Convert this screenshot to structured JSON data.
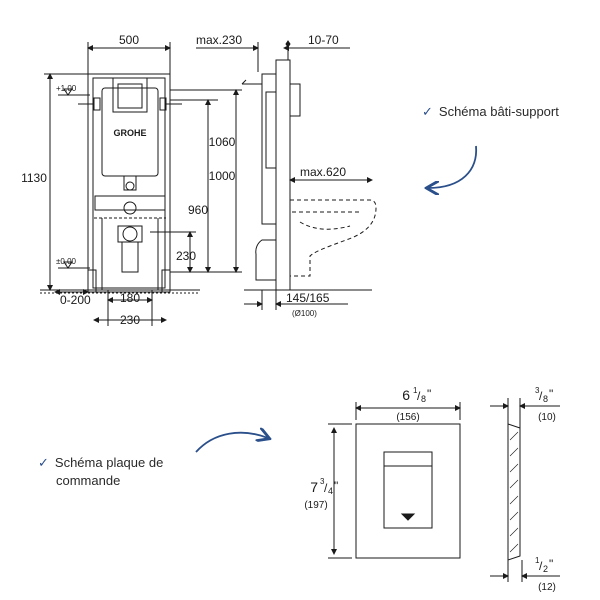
{
  "frame": {
    "width": "500",
    "height": "1130",
    "top_level": "+1,00",
    "floor_level": "±0,00",
    "brand": "GROHE",
    "dim_1000": "1000",
    "dim_960": "960",
    "dim_230_right": "230",
    "dim_180": "180",
    "dim_230_bottom": "230",
    "dim_0_200": "0-200"
  },
  "side": {
    "max_230": "max.230",
    "range_10_70": "10-70",
    "dim_1060": "1060",
    "max_620": "max.620",
    "dim_145_165": "145/165",
    "dim_100": "(Ø100)"
  },
  "plate": {
    "width_in": "6",
    "width_in_frac_num": "1",
    "width_in_frac_den": "8",
    "width_mm": "(156)",
    "height_in": "7",
    "height_in_frac_num": "3",
    "height_in_frac_den": "4",
    "height_mm": "(197)",
    "thick_top_num": "3",
    "thick_top_den": "8",
    "thick_top_mm": "(10)",
    "thick_bot_num": "1",
    "thick_bot_den": "2",
    "thick_bot_mm": "(12)",
    "inch_mark": "\""
  },
  "captions": {
    "support_frame": "Schéma bâti-support",
    "flush_plate_line1": "Schéma plaque de",
    "flush_plate_line2": "commande"
  },
  "colors": {
    "accent": "#2a4f8a",
    "line": "#1a1a1a"
  }
}
